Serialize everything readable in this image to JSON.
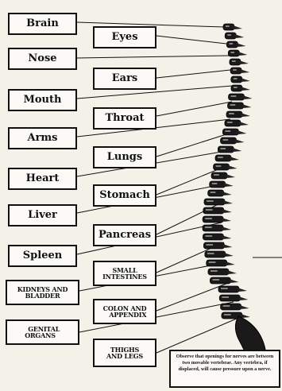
{
  "left_column": [
    {
      "id": "brain",
      "label": "Brain"
    },
    {
      "id": "nose",
      "label": "Nose"
    },
    {
      "id": "mouth",
      "label": "Mouth"
    },
    {
      "id": "arms",
      "label": "Arms"
    },
    {
      "id": "heart",
      "label": "Heart"
    },
    {
      "id": "liver",
      "label": "Liver"
    },
    {
      "id": "spleen",
      "label": "Spleen"
    },
    {
      "id": "kidneys",
      "label_lines": [
        "KIDNEYS AND",
        "BLADDER"
      ]
    },
    {
      "id": "genital",
      "label_lines": [
        "GENITAL",
        "ORGANS"
      ]
    }
  ],
  "right_column": [
    {
      "id": "eyes",
      "label": "Eyes"
    },
    {
      "id": "ears",
      "label": "Ears"
    },
    {
      "id": "throat",
      "label": "Throat"
    },
    {
      "id": "lungs",
      "label": "Lungs"
    },
    {
      "id": "stomach",
      "label": "Stomach"
    },
    {
      "id": "pancreas",
      "label": "Pancreas"
    },
    {
      "id": "small-intestines",
      "label_lines": [
        "SMALL",
        "INTESTINES"
      ]
    },
    {
      "id": "colon",
      "label_lines": [
        "COLON AND",
        "APPENDIX"
      ]
    },
    {
      "id": "thighs",
      "label_lines": [
        "THIGHS",
        "AND LEGS"
      ]
    }
  ],
  "note_lines": [
    "Observe that openings for nerves",
    "are between two movable vertebrae.",
    "Any vertebra, if displaced, will cause",
    "pressure upon a nerve."
  ]
}
